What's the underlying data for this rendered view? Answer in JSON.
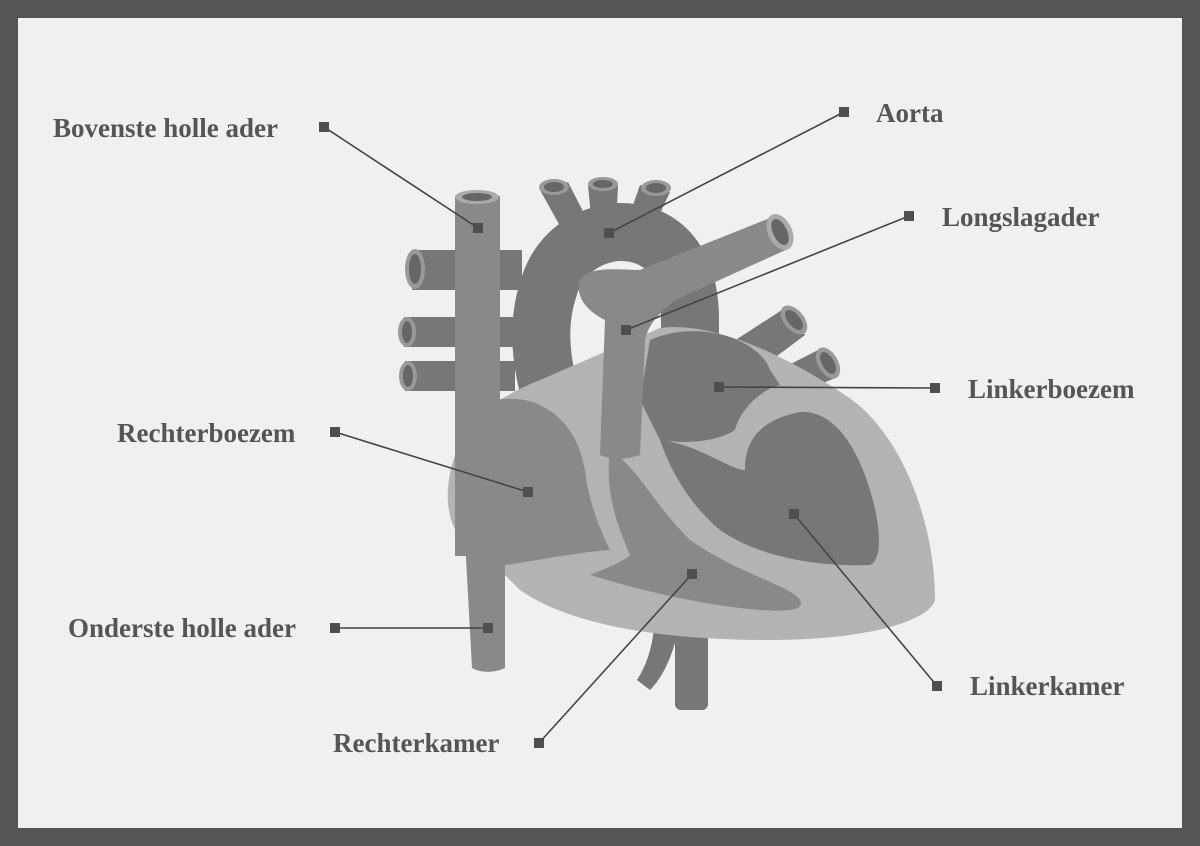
{
  "colors": {
    "frame": "#555555",
    "background": "#f0f0f0",
    "tissue_dark": "#777777",
    "tissue_mid": "#898989",
    "tissue_light": "#b3b3b3",
    "label_text": "#555555"
  },
  "labels": {
    "superior_vena_cava": "Bovenste holle ader",
    "aorta": "Aorta",
    "pulmonary_artery": "Longslagader",
    "left_atrium": "Linkerboezem",
    "right_atrium": "Rechterboezem",
    "inferior_vena_cava": "Onderste holle ader",
    "right_ventricle": "Rechterkamer",
    "left_ventricle": "Linkerkamer"
  }
}
